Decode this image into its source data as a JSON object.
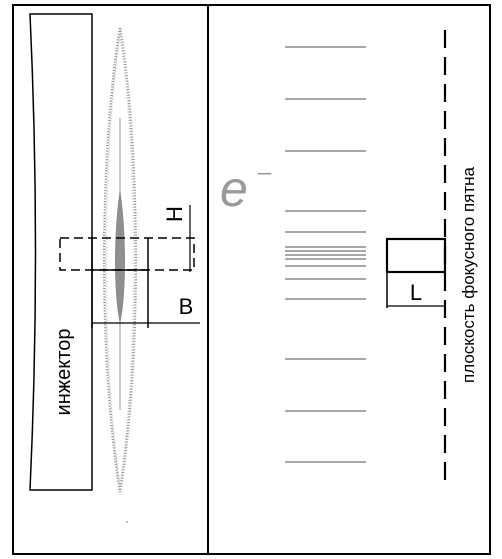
{
  "labels": {
    "injector": "инжектор",
    "focal_plane": "плоскость фокусного пятна",
    "height": "H",
    "width": "B",
    "length": "L",
    "electron_symbol": "e",
    "electron_charge": "–"
  },
  "colors": {
    "frame": "#000000",
    "beam": "#9a9a9a",
    "beam_core": "#8a8a8a",
    "stripes": "#a8a8a8"
  }
}
